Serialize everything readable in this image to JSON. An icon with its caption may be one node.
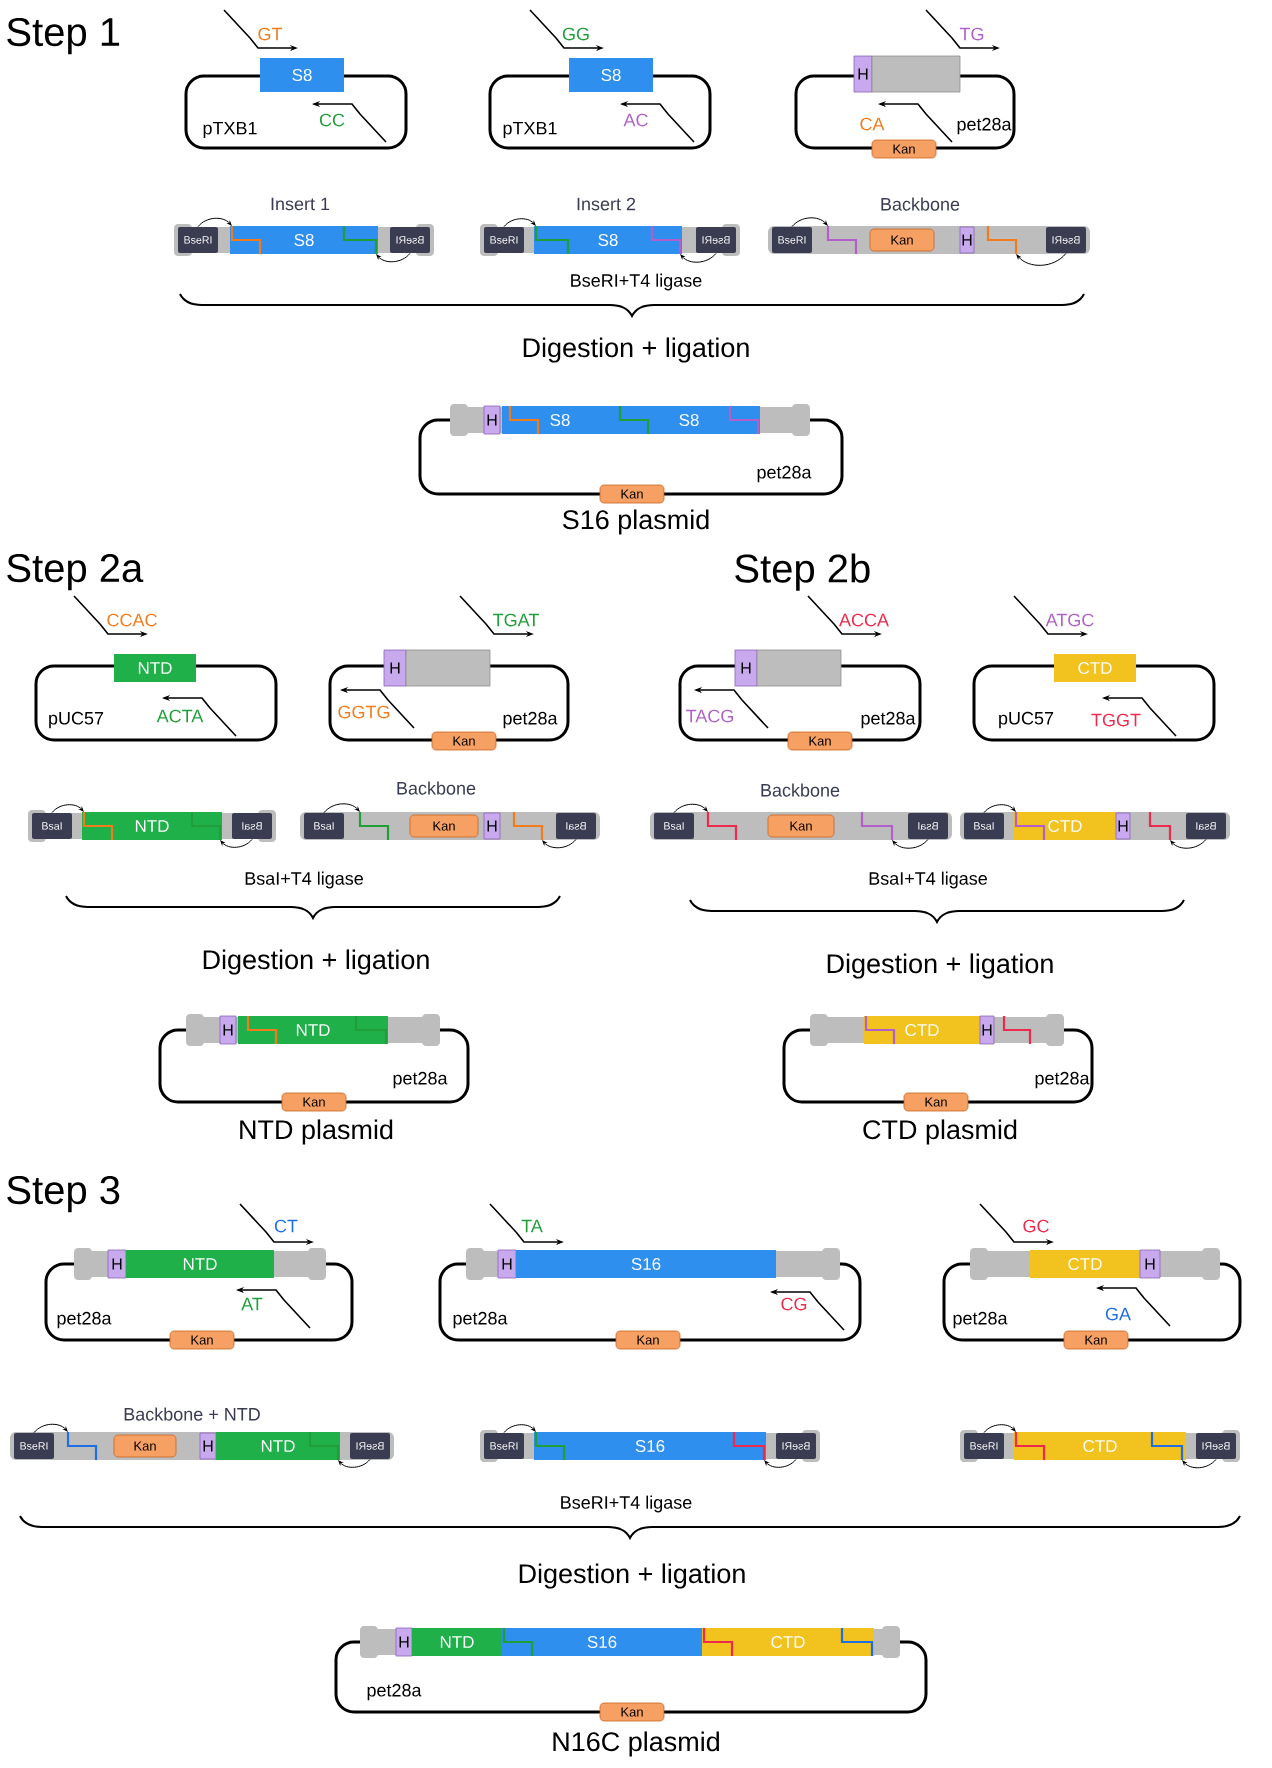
{
  "diagram": {
    "nodes": [
      {
        "text": [
          "S8"
        ]
      },
      {
        "text": [
          "S8"
        ]
      },
      {
        "text": [
          "H"
        ]
      },
      {
        "text": [],
        "shape": "box"
      },
      {
        "text": [
          "Kan"
        ]
      },
      {
        "text": [
          "BseRI"
        ]
      },
      {
        "text": [
          "S8"
        ]
      },
      {
        "text": [
          "BseRI"
        ]
      },
      {
        "text": [
          "BseRI"
        ]
      },
      {
        "text": [
          "S8"
        ]
      },
      {
        "text": [
          "BseRI"
        ]
      },
      {
        "text": [],
        "shape": "bar"
      },
      {
        "text": [
          "BseRI"
        ],
        "in": 11
      },
      {
        "text": [
          "Kan"
        ],
        "in": 11
      },
      {
        "text": [
          "H"
        ],
        "in": 11
      },
      {
        "text": [
          "BseRI"
        ],
        "in": 11
      },
      {
        "text": [
          "H"
        ]
      },
      {
        "text": [
          "S8"
        ]
      },
      {
        "text": [
          "S8"
        ]
      },
      {
        "text": [
          "Kan"
        ]
      },
      {
        "text": [
          "NTD"
        ]
      },
      {
        "text": [
          "H"
        ]
      },
      {
        "text": [],
        "shape": "box"
      },
      {
        "text": [
          "Kan"
        ]
      },
      {
        "text": [
          "H"
        ]
      },
      {
        "text": [],
        "shape": "box"
      },
      {
        "text": [
          "Kan"
        ]
      },
      {
        "text": [
          "CTD"
        ]
      },
      {
        "text": [
          "BsaI"
        ]
      },
      {
        "text": [
          "NTD"
        ]
      },
      {
        "text": [
          "BsaI"
        ]
      },
      {
        "text": [],
        "shape": "bar"
      },
      {
        "text": [
          "BsaI"
        ],
        "in": 31
      },
      {
        "text": [
          "Kan"
        ],
        "in": 31
      },
      {
        "text": [
          "H"
        ],
        "in": 31
      },
      {
        "text": [
          "BsaI"
        ],
        "in": 31
      },
      {
        "text": [],
        "shape": "bar"
      },
      {
        "text": [
          "BsaI"
        ],
        "in": 36
      },
      {
        "text": [
          "Kan"
        ],
        "in": 36
      },
      {
        "text": [
          "BsaI"
        ],
        "in": 36
      },
      {
        "text": [],
        "shape": "bar"
      },
      {
        "text": [
          "BsaI"
        ],
        "in": 40
      },
      {
        "text": [
          "CTD"
        ],
        "in": 40
      },
      {
        "text": [
          "H"
        ],
        "in": 40
      },
      {
        "text": [
          "BsaI"
        ],
        "in": 40
      },
      {
        "text": [
          "H"
        ]
      },
      {
        "text": [
          "NTD"
        ]
      },
      {
        "text": [
          "Kan"
        ]
      },
      {
        "text": [
          "CTD"
        ]
      },
      {
        "text": [
          "H"
        ]
      },
      {
        "text": [
          "Kan"
        ]
      },
      {
        "text": [
          "H"
        ]
      },
      {
        "text": [
          "NTD"
        ]
      },
      {
        "text": [
          "Kan"
        ]
      },
      {
        "text": [
          "H"
        ]
      },
      {
        "text": [
          "S16"
        ]
      },
      {
        "text": [
          "Kan"
        ]
      },
      {
        "text": [
          "CTD"
        ]
      },
      {
        "text": [
          "H"
        ]
      },
      {
        "text": [
          "Kan"
        ]
      },
      {
        "text": [],
        "shape": "bar"
      },
      {
        "text": [
          "BseRI"
        ],
        "in": 60
      },
      {
        "text": [
          "Kan"
        ],
        "in": 60
      },
      {
        "text": [
          "H"
        ],
        "in": 60
      },
      {
        "text": [
          "NTD"
        ],
        "in": 60
      },
      {
        "text": [
          "BseRI"
        ],
        "in": 60
      },
      {
        "text": [
          "BseRI"
        ]
      },
      {
        "text": [
          "S16"
        ]
      },
      {
        "text": [
          "BseRI"
        ]
      },
      {
        "text": [
          "BseRI"
        ]
      },
      {
        "text": [
          "CTD"
        ]
      },
      {
        "text": [
          "BseRI"
        ]
      },
      {
        "text": [
          "H"
        ]
      },
      {
        "text": [
          "NTD"
        ]
      },
      {
        "text": [
          "S16"
        ]
      },
      {
        "text": [
          "CTD"
        ]
      },
      {
        "text": [
          "Kan"
        ]
      }
    ],
    "edges": [
      {
        "from": 5,
        "to": 6,
        "arrow": "to"
      },
      {
        "from": 7,
        "to": 6,
        "arrow": "to"
      },
      {
        "from": 8,
        "to": 9,
        "arrow": "to"
      },
      {
        "from": 10,
        "to": 9,
        "arrow": "to"
      },
      {
        "from": 12,
        "to": 11,
        "arrow": "to"
      },
      {
        "from": 15,
        "to": 11,
        "arrow": "to"
      },
      {
        "from": 28,
        "to": 29,
        "arrow": "to"
      },
      {
        "from": 30,
        "to": 29,
        "arrow": "to"
      },
      {
        "from": 32,
        "to": 31,
        "arrow": "to"
      },
      {
        "from": 35,
        "to": 31,
        "arrow": "to"
      },
      {
        "from": 37,
        "to": 36,
        "arrow": "to"
      },
      {
        "from": 39,
        "to": 36,
        "arrow": "to"
      },
      {
        "from": 41,
        "to": 42,
        "arrow": "to"
      },
      {
        "from": 44,
        "to": 40,
        "arrow": "to"
      },
      {
        "from": 61,
        "to": 60,
        "arrow": "to"
      },
      {
        "from": 65,
        "to": 64,
        "arrow": "to"
      },
      {
        "from": 66,
        "to": 67,
        "arrow": "to"
      },
      {
        "from": 68,
        "to": 67,
        "arrow": "to"
      },
      {
        "from": 69,
        "to": 70,
        "arrow": "to"
      },
      {
        "from": 71,
        "to": 70,
        "arrow": "to"
      }
    ],
    "labels": [
      "Step 1",
      "GT",
      "GG",
      "TG",
      "pTXB1",
      "CC",
      "pTXB1",
      "AC",
      "CA",
      "pet28a",
      "Insert 1",
      "Insert 2",
      "Backbone",
      "BseRI+T4 ligase",
      "Digestion + ligation",
      "pet28a",
      "S16 plasmid",
      "Step 2a",
      "Step 2b",
      "CCAC",
      "TGAT",
      "ACCA",
      "ATGC",
      "pUC57",
      "ACTA",
      "GGTG",
      "pet28a",
      "TACG",
      "pet28a",
      "pUC57",
      "TGGT",
      "Backbone",
      "Backbone",
      "BsaI+T4 ligase",
      "BsaI+T4 ligase",
      "Digestion + ligation",
      "Digestion + ligation",
      "pet28a",
      "pet28a",
      "NTD plasmid",
      "CTD plasmid",
      "Step 3",
      "CT",
      "TA",
      "GC",
      "pet28a",
      "AT",
      "pet28a",
      "CG",
      "pet28a",
      "GA",
      "Backbone + NTD",
      "BseRI+T4 ligase",
      "Digestion + ligation",
      "pet28a",
      "N16C plasmid"
    ]
  }
}
